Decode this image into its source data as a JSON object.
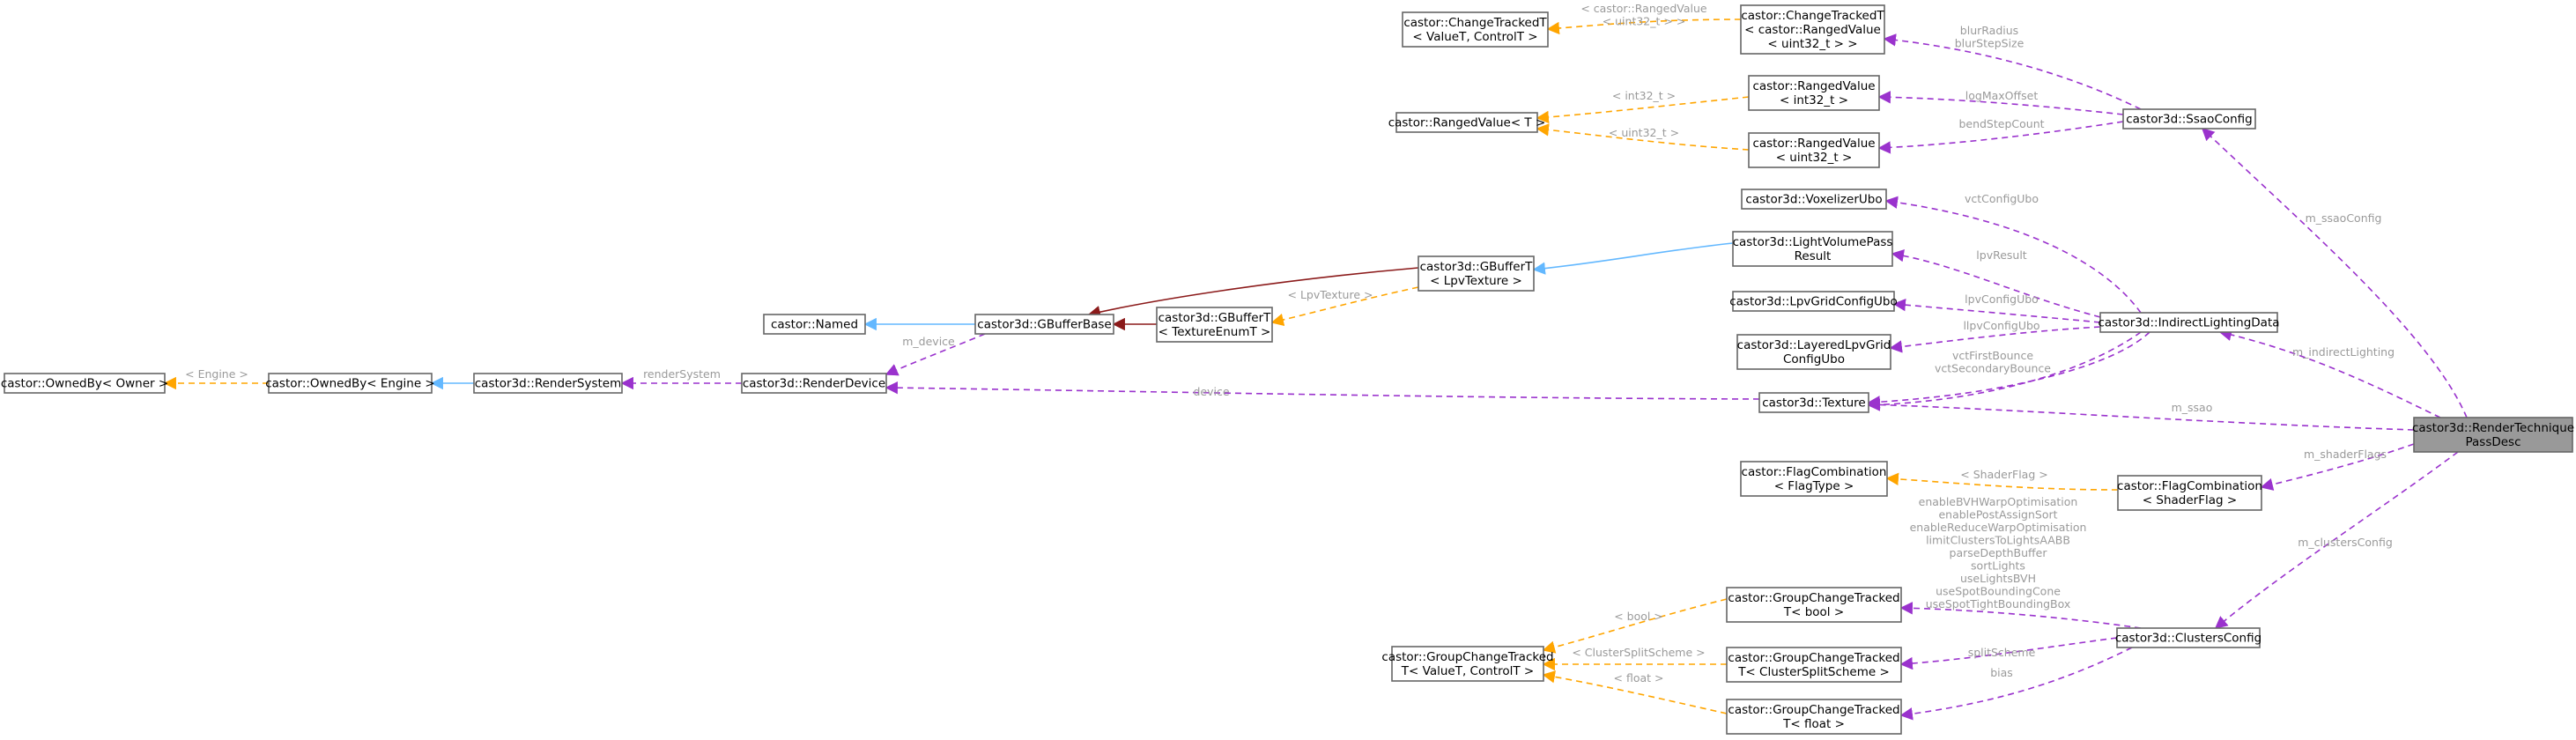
{
  "nodes": {
    "ownedby_owner": [
      "castor::OwnedBy< Owner >"
    ],
    "ownedby_engine": [
      "castor::OwnedBy< Engine >"
    ],
    "rendersystem": [
      "castor3d::RenderSystem"
    ],
    "renderdevice": [
      "castor3d::RenderDevice"
    ],
    "named": [
      "castor::Named"
    ],
    "gbufferbase": [
      "castor3d::GBufferBase"
    ],
    "gbuffert_texenum": [
      "castor3d::GBufferT",
      "< TextureEnumT >"
    ],
    "gbuffert_lpv": [
      "castor3d::GBufferT",
      "< LpvTexture >"
    ],
    "lightvolumepassresult": [
      "castor3d::LightVolumePass",
      "Result"
    ],
    "voxelizerubo": [
      "castor3d::VoxelizerUbo"
    ],
    "lpvgridconfigubo": [
      "castor3d::LpvGridConfigUbo"
    ],
    "layeredlpvgridconfigubo": [
      "castor3d::LayeredLpvGrid",
      "ConfigUbo"
    ],
    "texture": [
      "castor3d::Texture"
    ],
    "indirectlightingdata": [
      "castor3d::IndirectLightingData"
    ],
    "changetrackedt_generic": [
      "castor::ChangeTrackedT",
      "< ValueT, ControlT >"
    ],
    "changetrackedt_ranged": [
      "castor::ChangeTrackedT",
      "< castor::RangedValue",
      "< uint32_t > >"
    ],
    "rangedvalue_t": [
      "castor::RangedValue< T >"
    ],
    "rangedvalue_int32": [
      "castor::RangedValue",
      "< int32_t >"
    ],
    "rangedvalue_uint32": [
      "castor::RangedValue",
      "< uint32_t >"
    ],
    "ssaoconfig": [
      "castor3d::SsaoConfig"
    ],
    "flagcombination_generic": [
      "castor::FlagCombination",
      "< FlagType >"
    ],
    "flagcombination_shaderflag": [
      "castor::FlagCombination",
      "< ShaderFlag >"
    ],
    "groupchangetracked_generic": [
      "castor::GroupChangeTracked",
      "T< ValueT, ControlT >"
    ],
    "groupchangetracked_bool": [
      "castor::GroupChangeTracked",
      "T< bool >"
    ],
    "groupchangetracked_split": [
      "castor::GroupChangeTracked",
      "T< ClusterSplitScheme >"
    ],
    "groupchangetracked_float": [
      "castor::GroupChangeTracked",
      "T< float >"
    ],
    "clustersconfig": [
      "castor3d::ClustersConfig"
    ],
    "rendertechniquepassdesc": [
      "castor3d::RenderTechnique",
      "PassDesc"
    ]
  },
  "edge_labels": {
    "engine_tmpl": [
      "< Engine >"
    ],
    "render_system": [
      "renderSystem"
    ],
    "m_device": [
      "m_device"
    ],
    "device": [
      "device"
    ],
    "lpv_texture": [
      "< LpvTexture >"
    ],
    "ranged_uint32_tmpl": [
      "< castor::RangedValue",
      "< uint32_t > >"
    ],
    "int32_tmpl": [
      "< int32_t >"
    ],
    "uint32_tmpl": [
      "< uint32_t >"
    ],
    "blur": [
      "blurRadius",
      "blurStepSize"
    ],
    "log_max_offset": [
      "logMaxOffset"
    ],
    "bend_step_count": [
      "bendStepCount"
    ],
    "m_ssao_config": [
      "m_ssaoConfig"
    ],
    "vct_config_ubo": [
      "vctConfigUbo"
    ],
    "lpv_result": [
      "lpvResult"
    ],
    "lpv_config_ubo": [
      "lpvConfigUbo"
    ],
    "llpv_config_ubo": [
      "llpvConfigUbo"
    ],
    "vct_bounces": [
      "vctFirstBounce",
      "vctSecondaryBounce"
    ],
    "m_indirect_lighting": [
      "m_indirectLighting"
    ],
    "m_ssao": [
      "m_ssao"
    ],
    "shader_flag_tmpl": [
      "< ShaderFlag >"
    ],
    "m_shader_flags": [
      "m_shaderFlags"
    ],
    "m_clusters_config": [
      "m_clustersConfig"
    ],
    "bool_members": [
      "enableBVHWarpOptimisation",
      "enablePostAssignSort",
      "enableReduceWarpOptimisation",
      "limitClustersToLightsAABB",
      "parseDepthBuffer",
      "sortLights",
      "useLightsBVH",
      "useSpotBoundingCone",
      "useSpotTightBoundingBox"
    ],
    "bool_tmpl": [
      "< bool >"
    ],
    "split_tmpl": [
      "< ClusterSplitScheme >"
    ],
    "split_scheme": [
      "splitScheme"
    ],
    "float_tmpl": [
      "< float >"
    ],
    "bias": [
      "bias"
    ]
  },
  "colors": {
    "member_edge": "#9a32cd",
    "template_edge": "#ffa500",
    "public_inheritance": "#63b8ff",
    "private_inheritance": "#8b1a1a",
    "focus_node_fill": "#999999"
  }
}
